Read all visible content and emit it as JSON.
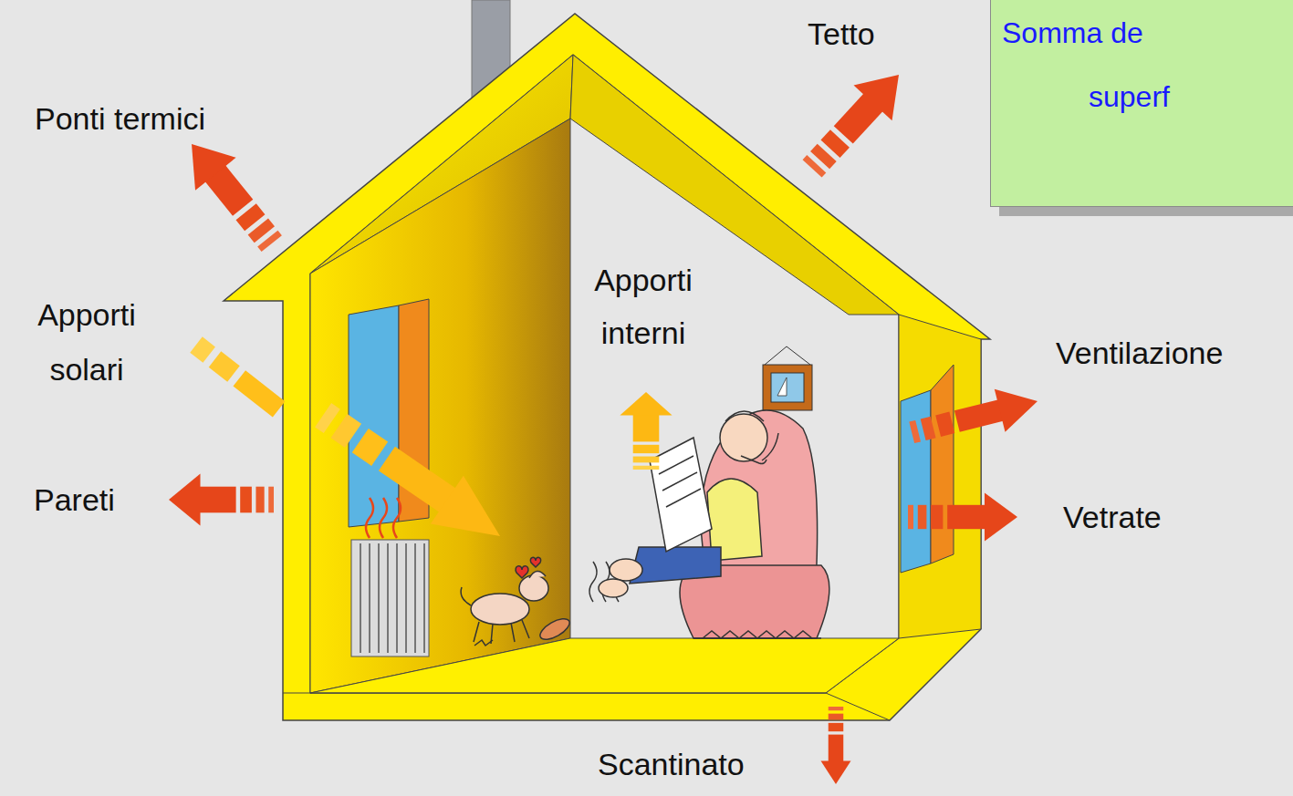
{
  "diagram": {
    "nodes": [
      {
        "text": [
          "Somma de",
          "superf"
        ]
      }
    ],
    "labels": [
      "Ponti termici",
      "Tetto",
      "Apporti solari",
      "Apporti interni",
      "Ventilazione",
      "Pareti",
      "Vetrate",
      "Scantinato"
    ]
  }
}
